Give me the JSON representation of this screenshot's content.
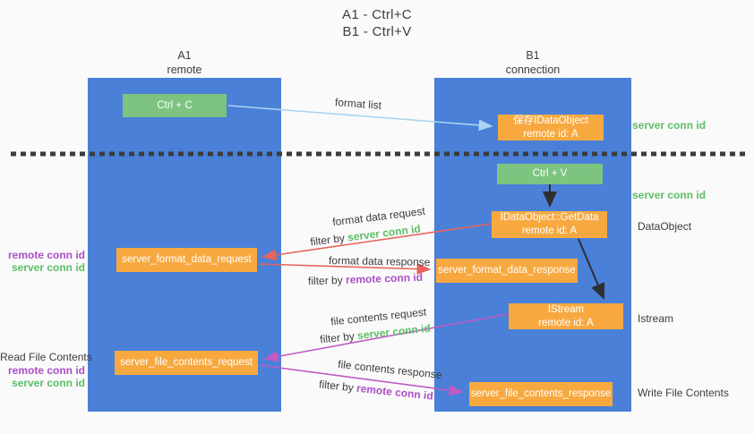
{
  "title": {
    "line1": "A1 - Ctrl+C",
    "line2": "B1 - Ctrl+V"
  },
  "lifelines": {
    "a": {
      "id": "A1",
      "role": "remote"
    },
    "b": {
      "id": "B1",
      "role": "connection"
    }
  },
  "boxes": {
    "ctrl_c": {
      "label": "Ctrl + C"
    },
    "ctrl_v": {
      "label": "Ctrl + V"
    },
    "save_dataobject": {
      "line1": "保存IDataObject",
      "line2": "remote id: A"
    },
    "getdata": {
      "line1": "IDataObject::GetData",
      "line2": "remote id: A"
    },
    "istream": {
      "line1": "IStream",
      "line2": "remote id: A"
    },
    "format_request": {
      "label": "server_format_data_request"
    },
    "format_response": {
      "label": "server_format_data_response"
    },
    "file_request": {
      "label": "server_file_contents_request"
    },
    "file_response": {
      "label": "server_file_contents_response"
    }
  },
  "arrows": {
    "format_list": {
      "label": "format list"
    },
    "format_data_request": {
      "label": "format data request",
      "filter_prefix": "filter by",
      "filter_key": "server conn id"
    },
    "format_data_response": {
      "label": "format data response",
      "filter_prefix": "filter by",
      "filter_key": "remote conn id"
    },
    "file_contents_request": {
      "label": "file contents request",
      "filter_prefix": "filter by",
      "filter_key": "server conn id"
    },
    "file_contents_response": {
      "label": "file contents response",
      "filter_prefix": "filter by",
      "filter_key": "remote conn id"
    }
  },
  "side_labels": {
    "right_top_server_conn_id": "server conn id",
    "right_mid_server_conn_id": "server conn id",
    "dataobject": "DataObject",
    "istream": "Istream",
    "write_file_contents": "Write File Contents",
    "read_file_contents": "Read File Contents",
    "left_top": {
      "remote": "remote conn id",
      "server": "server conn id"
    },
    "left_bottom": {
      "remote": "remote conn id",
      "server": "server conn id"
    }
  },
  "colors": {
    "lifeline_blue": "#4a80d8",
    "action_green": "#7cc47f",
    "message_orange": "#f7a940",
    "request_red": "#e8635a",
    "contents_magenta": "#bf5bc4",
    "format_list_blue": "#aad4f0",
    "server_conn_green": "#5cbf66",
    "remote_conn_purple": "#ab4fc6",
    "separator_dark": "#3c3c3c"
  }
}
